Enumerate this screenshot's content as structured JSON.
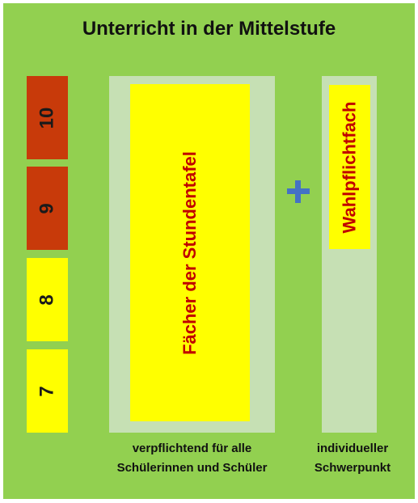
{
  "title": "Unterricht in der Mittelstufe",
  "grades": [
    {
      "label": "10",
      "color": "#c83a0a"
    },
    {
      "label": "9",
      "color": "#c83a0a"
    },
    {
      "label": "8",
      "color": "#ffff00"
    },
    {
      "label": "7",
      "color": "#ffff00"
    }
  ],
  "mandatory": {
    "label": "Fächer der Stundentafel",
    "caption_line1": "verpflichtend für alle",
    "caption_line2": "Schülerinnen und Schüler"
  },
  "operator": "+",
  "elective": {
    "label": "Wahlpflichtfach",
    "caption_line1": "individueller",
    "caption_line2": "Schwerpunkt"
  },
  "colors": {
    "background": "#92d050",
    "panel": "#c6e0b4",
    "highlight": "#ffff00",
    "text_accent": "#c00000",
    "plus": "#4472c4"
  }
}
